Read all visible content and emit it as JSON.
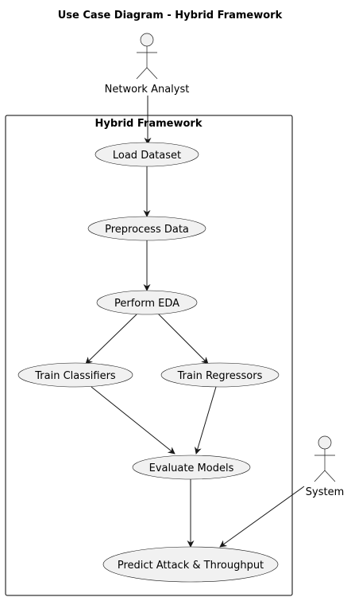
{
  "title": "Use Case Diagram - Hybrid Framework",
  "boundary": {
    "label": "Hybrid Framework"
  },
  "actors": [
    {
      "id": "network_analyst",
      "label": "Network Analyst"
    },
    {
      "id": "system",
      "label": "System"
    }
  ],
  "use_cases": [
    {
      "id": "load",
      "label": "Load Dataset"
    },
    {
      "id": "preprocess",
      "label": "Preprocess Data"
    },
    {
      "id": "eda",
      "label": "Perform EDA"
    },
    {
      "id": "classifiers",
      "label": "Train Classifiers"
    },
    {
      "id": "regressors",
      "label": "Train Regressors"
    },
    {
      "id": "evaluate",
      "label": "Evaluate Models"
    },
    {
      "id": "predict",
      "label": "Predict Attack & Throughput"
    }
  ],
  "relations": [
    {
      "from": "network_analyst",
      "to": "load"
    },
    {
      "from": "load",
      "to": "preprocess"
    },
    {
      "from": "preprocess",
      "to": "eda"
    },
    {
      "from": "eda",
      "to": "classifiers"
    },
    {
      "from": "eda",
      "to": "regressors"
    },
    {
      "from": "classifiers",
      "to": "evaluate"
    },
    {
      "from": "regressors",
      "to": "evaluate"
    },
    {
      "from": "evaluate",
      "to": "predict"
    },
    {
      "from": "system",
      "to": "predict"
    }
  ],
  "colors": {
    "node_fill": "#f1f1f1",
    "stroke": "#181818",
    "text": "#000000",
    "background": "#ffffff"
  }
}
